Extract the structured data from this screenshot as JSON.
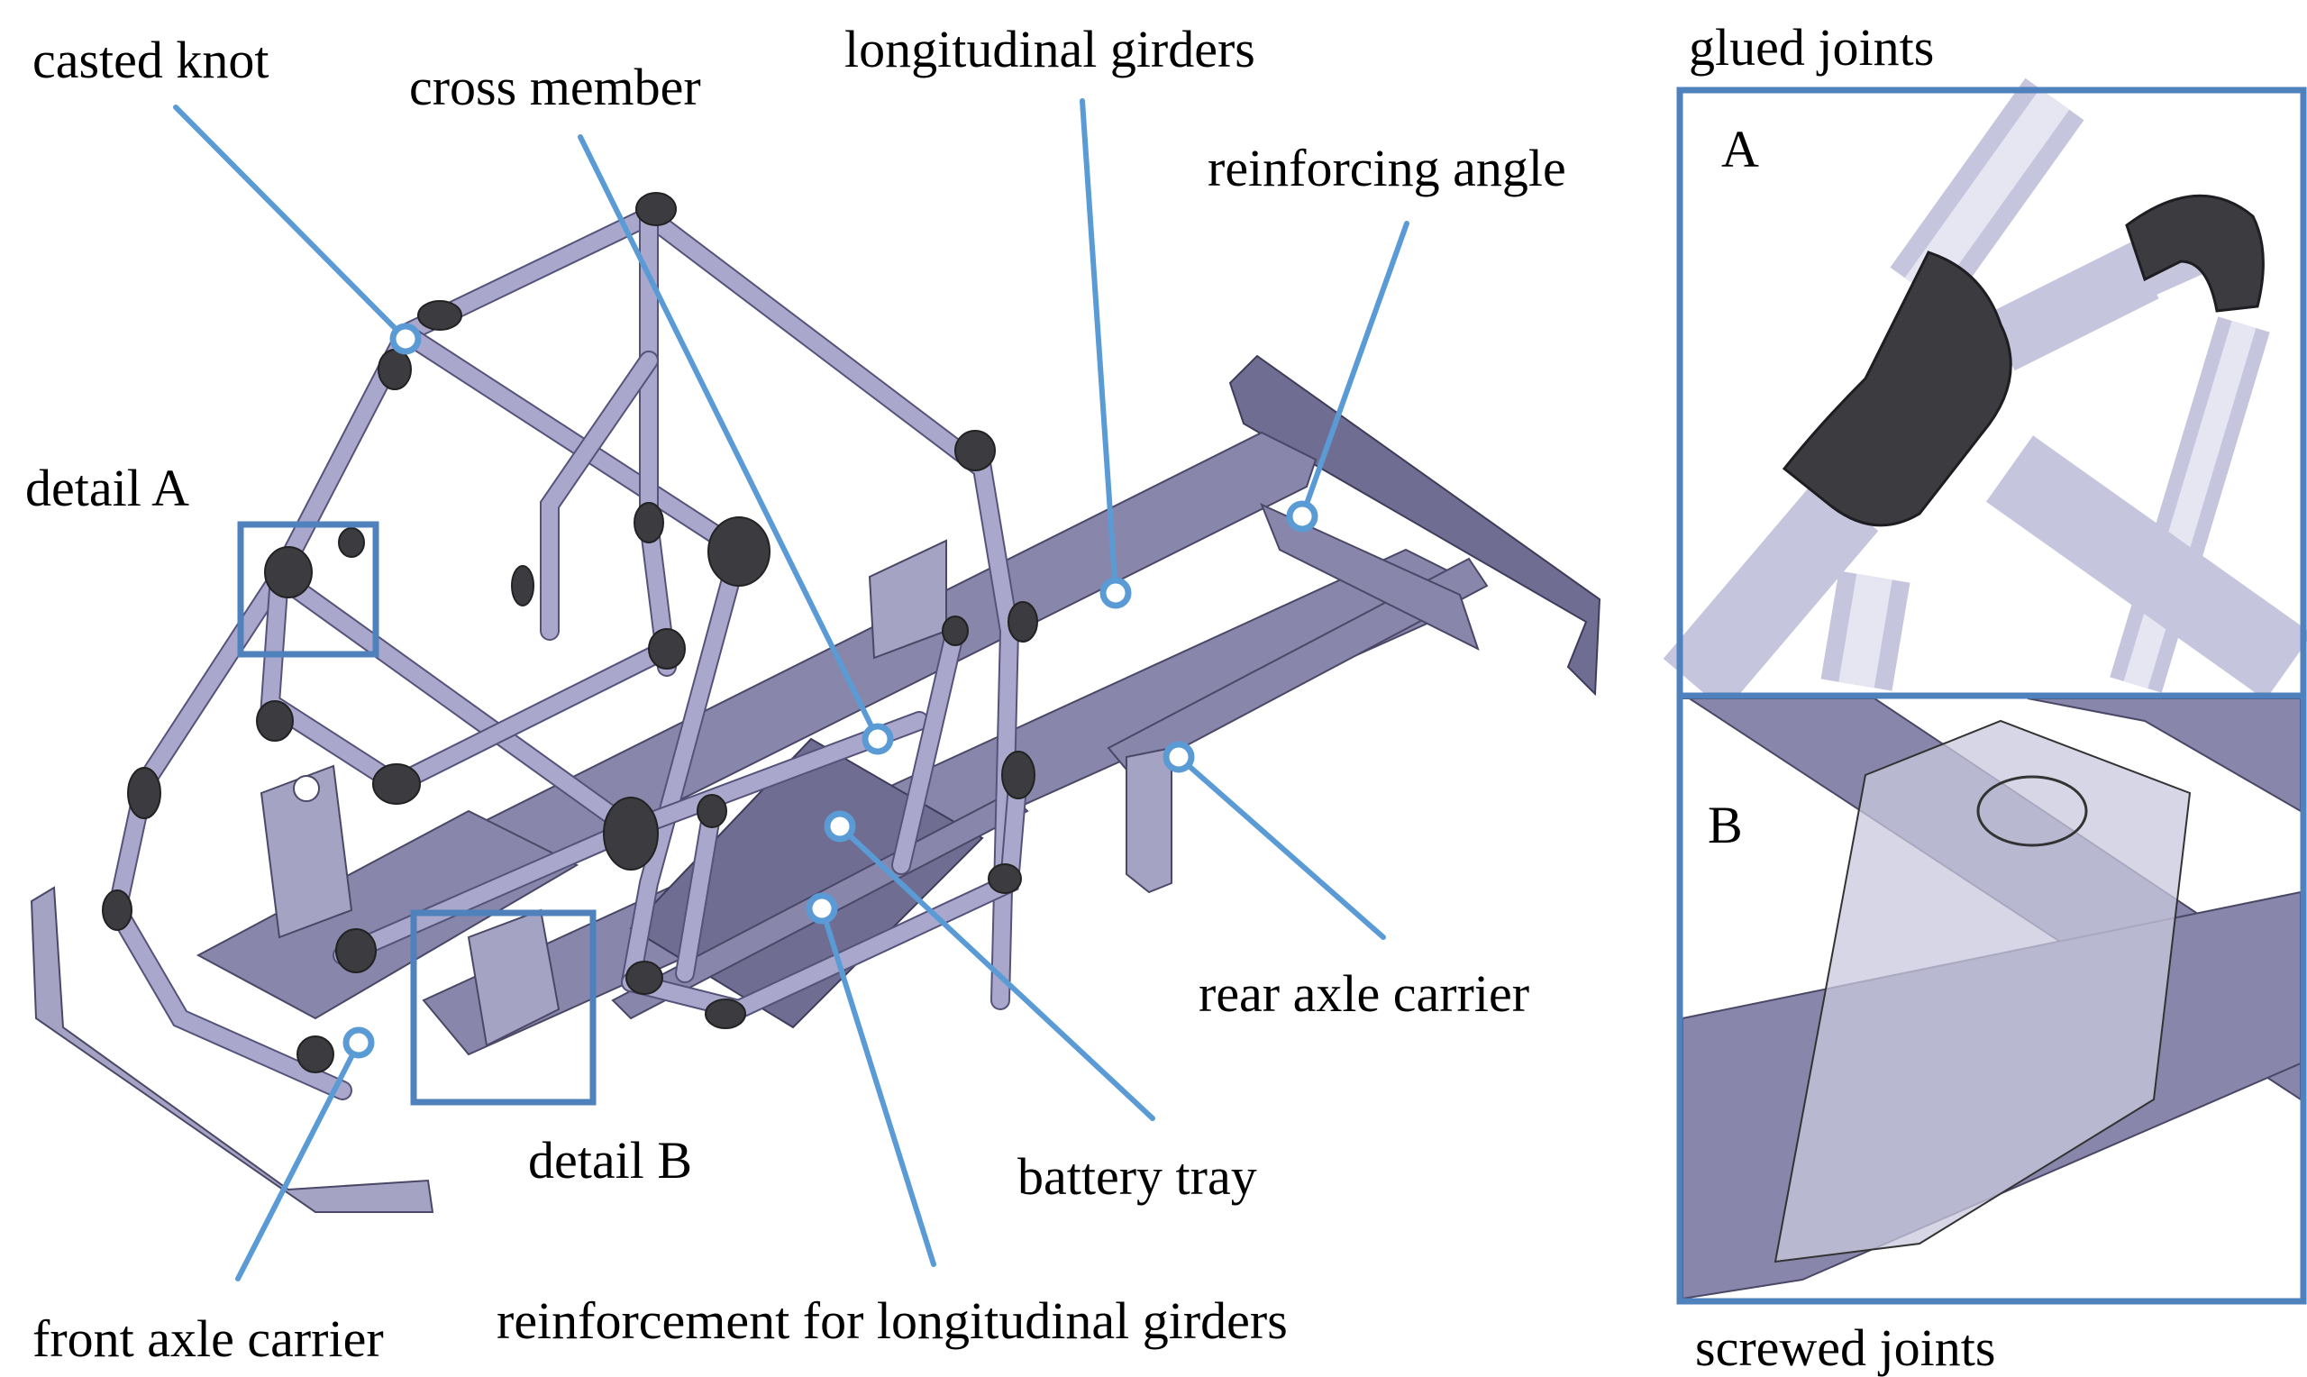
{
  "figure": {
    "title": "Vehicle frame with glued and screwed joints",
    "labels": {
      "casted_knot": "casted knot",
      "cross_member": "cross member",
      "longitudinal_girders": "longitudinal girders",
      "reinforcing_angle": "reinforcing angle",
      "detail_a": "detail A",
      "detail_b": "detail B",
      "rear_axle_carrier": "rear axle carrier",
      "battery_tray": "battery tray",
      "reinforcement_for_longitudinal_girders": "reinforcement for longitudinal girders",
      "front_axle_carrier": "front axle carrier"
    },
    "panels": {
      "a": {
        "caption": "glued joints",
        "letter": "A"
      },
      "b": {
        "caption": "screwed joints",
        "letter": "B"
      }
    },
    "colors": {
      "leader": "#5b9bd5",
      "frame": "#4f81bd",
      "tube": "#a9a8cc",
      "joint": "#3c3c40",
      "chassis": "#8886aa"
    }
  }
}
